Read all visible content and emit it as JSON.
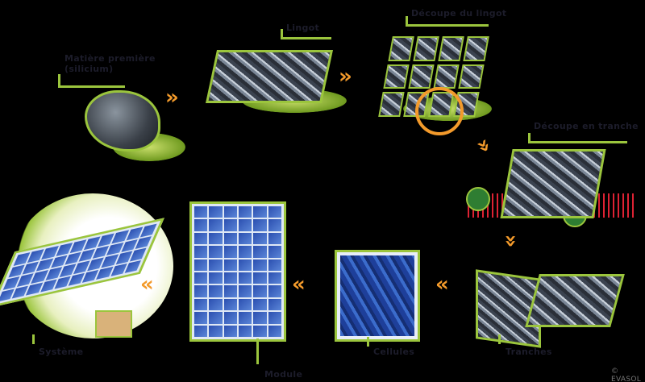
{
  "steps": {
    "raw": "Matière première (silicium)",
    "ingot": "Lingot",
    "ingot_cut": "Découpe du lingot",
    "wafer_cut": "Découpe en tranche",
    "wafers": "Tranches",
    "cells": "Cellules",
    "module": "Module",
    "system": "Système"
  },
  "copyright": "© EVASOL",
  "colors": {
    "accent_green": "#9bc53d",
    "arrow_orange": "#f39a2b",
    "cell_blue": "#2b4fb0"
  }
}
